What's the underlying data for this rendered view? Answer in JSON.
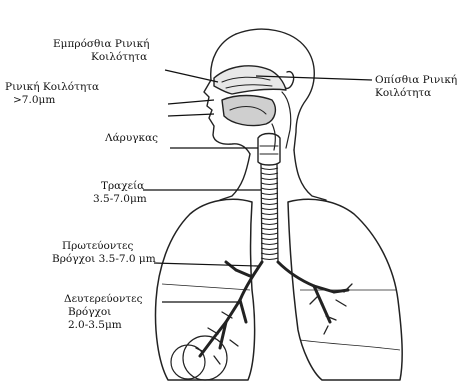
{
  "labels": {
    "anterior_nasal": [
      "Εμπρόσθια Ρινική",
      "Κοιλότητα"
    ],
    "posterior_nasal": [
      "Οπίσθια Ρινική",
      "Κοιλότητα"
    ],
    "nasal": [
      "Ρινική Κοιλότητα",
      ">7.0μm"
    ],
    "larynx": [
      "Λάρυγκας"
    ],
    "trachea": [
      "Τραχεία",
      "3.5-7.0μm"
    ],
    "primary_bronchi": [
      "Πρωτεύοντες",
      "Βρόγχοι 3.5-7.0 μm"
    ],
    "secondary_bronchi": [
      "Δευτερεύοντες",
      "Βρόγχοι",
      "2.0-3.5μm"
    ]
  }
}
